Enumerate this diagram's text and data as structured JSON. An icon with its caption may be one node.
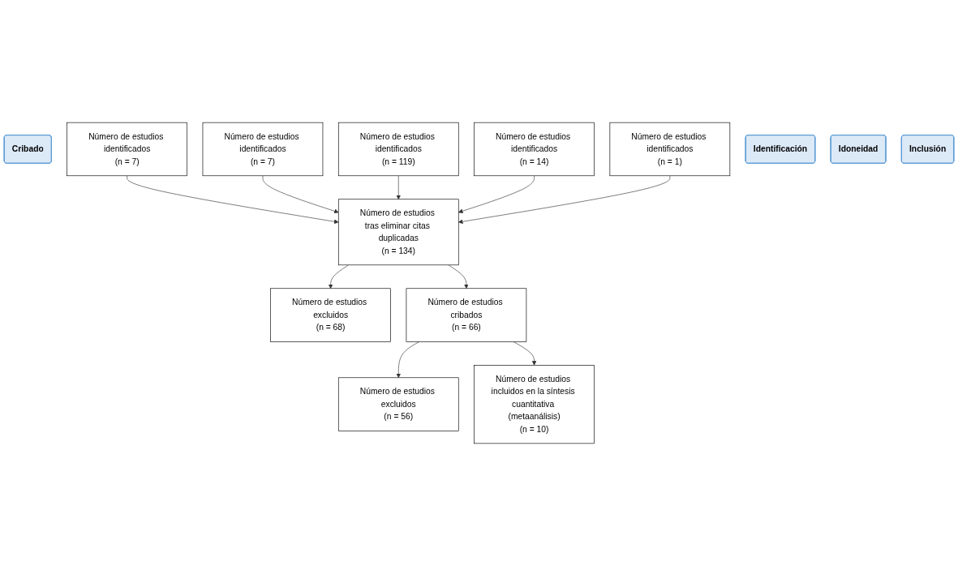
{
  "diagram": {
    "nodes": [
      {
        "text": [
          "Cribado"
        ]
      },
      {
        "text": [
          "Número de estudios identificados",
          "(n = 7)"
        ]
      },
      {
        "text": [
          "Número de estudios identificados",
          "(n = 7)"
        ]
      },
      {
        "text": [
          "Número de estudios identificados",
          "(n = 119)"
        ]
      },
      {
        "text": [
          "Número de estudios identificados",
          "(n = 14)"
        ]
      },
      {
        "text": [
          "Número de estudios identificados",
          "(n = 1)"
        ]
      },
      {
        "text": [
          "Identificación"
        ]
      },
      {
        "text": [
          "Número de estudios tras eliminar citas duplicadas",
          "(n = 134)"
        ]
      },
      {
        "text": [
          "Número de estudios excluidos",
          "(n = 68)"
        ]
      },
      {
        "text": [
          "Idoneidad"
        ]
      },
      {
        "text": [
          "Número de estudios cribados",
          "(n = 66)"
        ]
      },
      {
        "text": [
          "Número de estudios excluidos",
          "(n = 56)"
        ]
      },
      {
        "text": [
          "Inclusión"
        ]
      },
      {
        "text": [
          "Número de estudios incluidos en la síntesis cuantitativa (metaanálisis)",
          "(n = 10)"
        ]
      }
    ],
    "edges": [
      {
        "from": 1,
        "to": 7,
        "arrow": "to"
      },
      {
        "from": 2,
        "to": 7,
        "arrow": "to"
      },
      {
        "from": 3,
        "to": 7,
        "arrow": "to"
      },
      {
        "from": 4,
        "to": 7,
        "arrow": "to"
      },
      {
        "from": 5,
        "to": 7,
        "arrow": "to"
      },
      {
        "from": 7,
        "to": 8,
        "arrow": "to"
      },
      {
        "from": 7,
        "to": 10,
        "arrow": "to"
      },
      {
        "from": 10,
        "to": 11,
        "arrow": "to"
      },
      {
        "from": 10,
        "to": 13,
        "arrow": "to"
      }
    ]
  }
}
